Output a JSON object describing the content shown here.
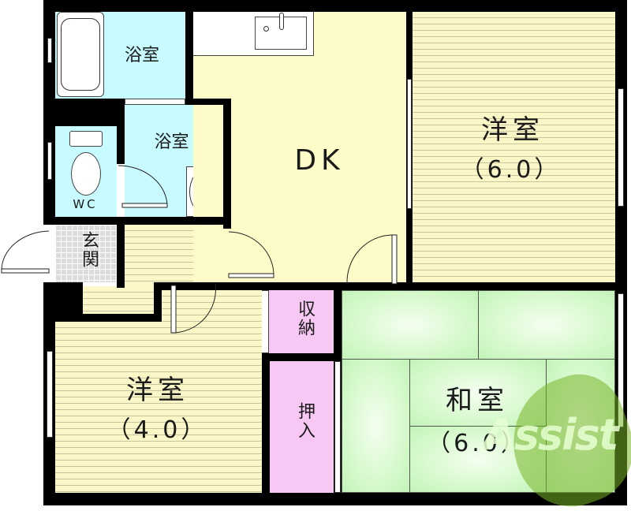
{
  "floor_plan": {
    "rooms": [
      {
        "id": "bathroom",
        "label": "浴室",
        "type": "bath"
      },
      {
        "id": "washroom",
        "label": "浴室",
        "type": "bath"
      },
      {
        "id": "toilet",
        "label": "WC",
        "type": "toilet"
      },
      {
        "id": "entrance",
        "label": "玄関",
        "type": "entrance"
      },
      {
        "id": "dining-kitchen",
        "label": "DK",
        "type": "kitchen"
      },
      {
        "id": "western-room-1",
        "label": "洋室",
        "size": "（6.0）",
        "type": "western"
      },
      {
        "id": "storage",
        "label": "収納",
        "type": "storage"
      },
      {
        "id": "closet",
        "label": "押入",
        "type": "closet"
      },
      {
        "id": "western-room-2",
        "label": "洋室",
        "size": "（4.0）",
        "type": "western"
      },
      {
        "id": "japanese-room",
        "label": "和室",
        "size": "（6.0）",
        "type": "japanese"
      }
    ],
    "watermark": "Assist",
    "colors": {
      "wall": "#000000",
      "bath": "#c8fbff",
      "dk": "#fdfcc8",
      "western_floor": "#fbf7c6",
      "storage": "#f8c8f5",
      "tatami": "#d2f8c8",
      "watermark": "#8dc63f"
    }
  }
}
